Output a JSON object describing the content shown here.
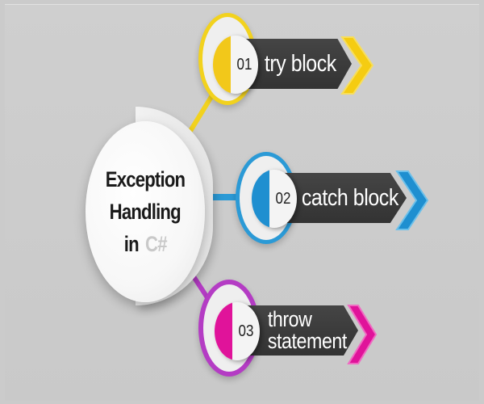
{
  "hub": {
    "line1": "Exception",
    "line2": "Handling",
    "line3_prefix": "in",
    "line3_lang": "C#"
  },
  "items": [
    {
      "number": "01",
      "label": "try block",
      "color": "#f2d21e",
      "accent": "#f5cc12"
    },
    {
      "number": "02",
      "label": "catch block",
      "color": "#2b9ad6",
      "accent": "#1f8fd0"
    },
    {
      "number": "03",
      "label_line1": "throw",
      "label_line2": "statement",
      "color": "#b43cc4",
      "accent": "#e0139a"
    }
  ],
  "colors": {
    "background": "#cbcbcb",
    "ribbon": "#3c3c3c",
    "text_dark": "#1a1a1a",
    "text_light": "#ffffff"
  }
}
